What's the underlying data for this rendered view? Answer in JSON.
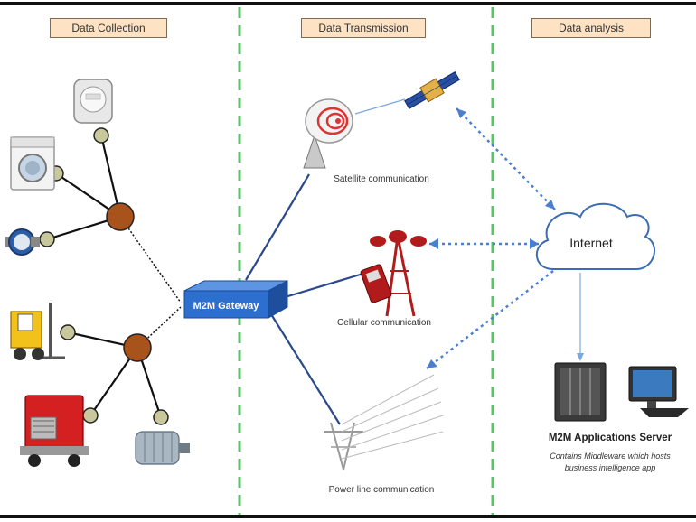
{
  "sections": {
    "collection": "Data Collection",
    "transmission": "Data Transmission",
    "analysis": "Data analysis"
  },
  "gateway": {
    "label": "M2M Gateway"
  },
  "channels": {
    "satellite": "Satellite communication",
    "cellular": "Cellular communication",
    "powerline": "Power line communication"
  },
  "internet": {
    "label": "Internet"
  },
  "server": {
    "title": "M2M Applications Server",
    "desc_line1": "Contains Middleware which hosts",
    "desc_line2": "business intelligence app"
  },
  "colors": {
    "divider": "#5cc26a",
    "hub": "#a8521c",
    "endpoint": "#c8c89c",
    "link": "#2a4a8c",
    "dotted_link": "#4a7fd0",
    "gateway": "#2c6fcf",
    "label_bg": "#fde2c4"
  },
  "devices": [
    "meter-icon",
    "washing-machine-icon",
    "water-meter-icon",
    "forklift-icon",
    "truck-icon",
    "motor-icon"
  ]
}
